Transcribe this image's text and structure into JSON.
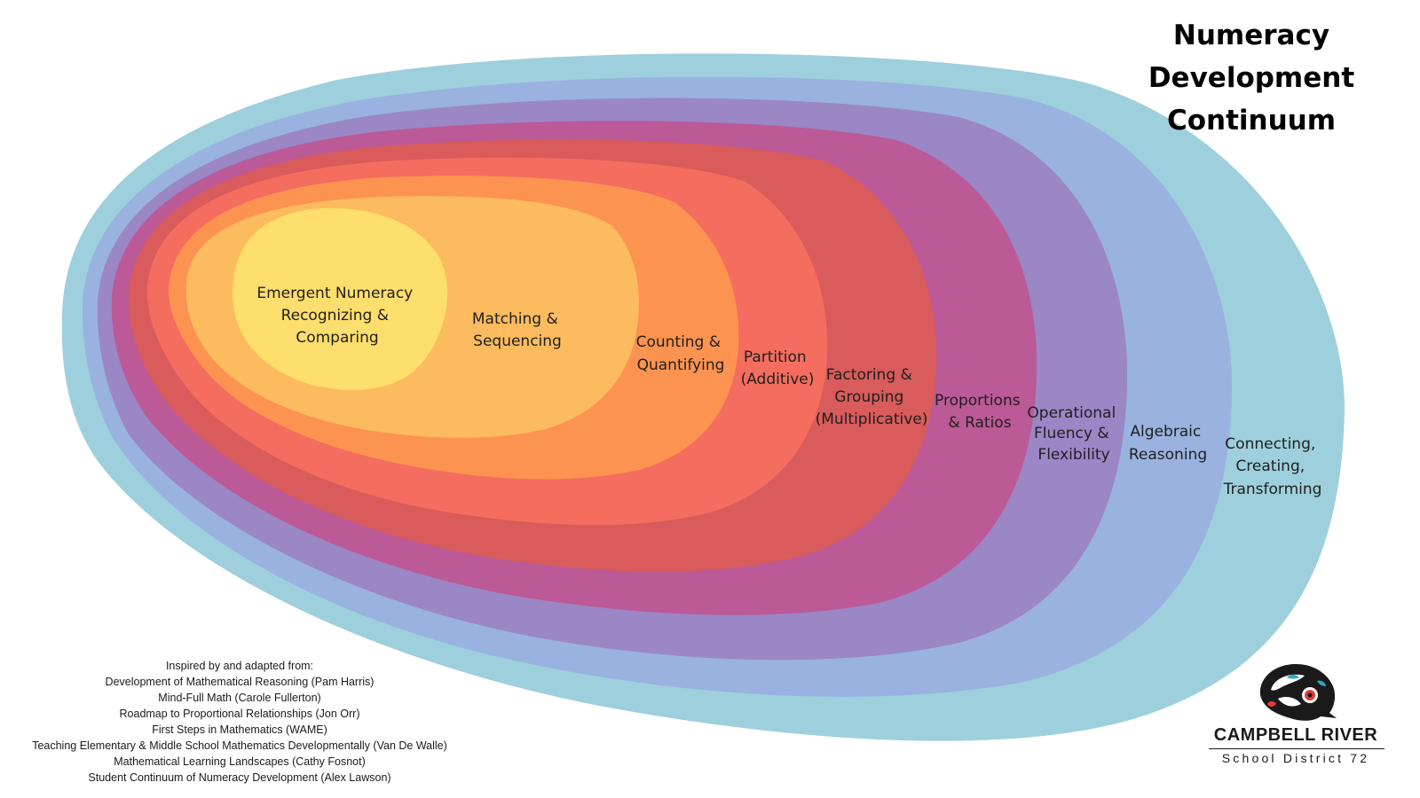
{
  "title": {
    "line1": "Numeracy",
    "line2": "Development",
    "line3": "Continuum"
  },
  "stages": [
    {
      "lines": [
        "Connecting,",
        "Creating,",
        "Transforming"
      ],
      "color": "#9dd0dc"
    },
    {
      "lines": [
        "Algebraic",
        "Reasoning"
      ],
      "color": "#9ab2df"
    },
    {
      "lines": [
        "Operational",
        "Fluency &",
        "Flexibility"
      ],
      "color": "#9b86c6"
    },
    {
      "lines": [
        "Proportions",
        "& Ratios"
      ],
      "color": "#bb5a96"
    },
    {
      "lines": [
        "Factoring &",
        "Grouping",
        "(Multiplicative)"
      ],
      "color": "#d95b5b"
    },
    {
      "lines": [
        "Partition",
        "(Additive)"
      ],
      "color": "#f46d5f"
    },
    {
      "lines": [
        "Counting &",
        "Quantifying"
      ],
      "color": "#fd9350"
    },
    {
      "lines": [
        "Matching &",
        "Sequencing"
      ],
      "color": "#fcbb5e"
    },
    {
      "lines": [
        "Emergent Numeracy",
        "Recognizing &",
        "Comparing"
      ],
      "color": "#fede6c"
    }
  ],
  "credits": [
    "Inspired by and adapted from:",
    "Development of Mathematical Reasoning (Pam Harris)",
    "Mind-Full Math (Carole Fullerton)",
    "Roadmap to Proportional Relationships (Jon Orr)",
    "First Steps in Mathematics (WAME)",
    "Teaching Elementary & Middle School Mathematics Developmentally (Van De Walle)",
    "Mathematical Learning Landscapes (Cathy Fosnot)",
    "Student Continuum of Numeracy Development (Alex Lawson)"
  ],
  "logo": {
    "name": "CAMPBELL RIVER",
    "subtitle": "School District 72",
    "icon": "orca-icon"
  }
}
